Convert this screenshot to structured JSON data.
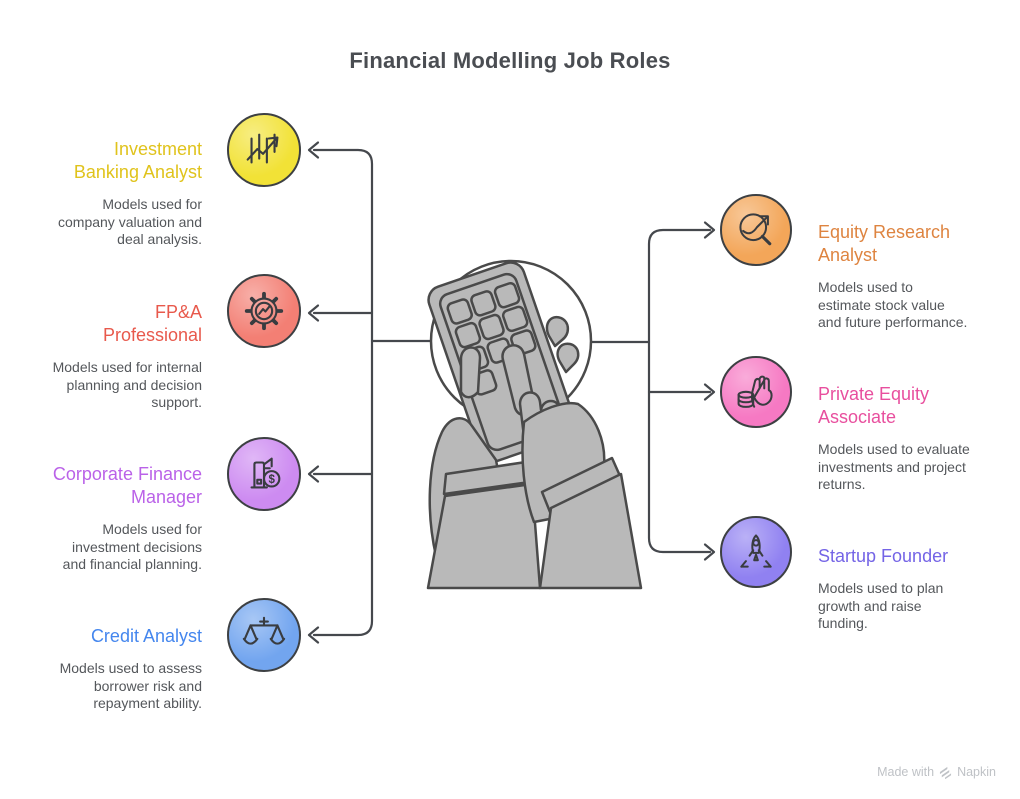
{
  "page_title": "Financial Modelling Job Roles",
  "title_color": "#4A4D52",
  "connector_color": "#45484D",
  "description_color": "#54575B",
  "center": {
    "illustration": "hands-using-calculator",
    "fill": "#B9B9B9",
    "outline": "#4A4A4A"
  },
  "roles": [
    {
      "id": "investment-banking-analyst",
      "side": "left",
      "title_lines": [
        "Investment",
        "Banking Analyst"
      ],
      "desc_lines": [
        "Models used for",
        "company valuation and",
        "deal analysis."
      ],
      "title_color": "#E0C31C",
      "icon_fill": "#F2E236",
      "icon": "candlestick-chart"
    },
    {
      "id": "fpa-professional",
      "side": "left",
      "title_lines": [
        "FP&A",
        "Professional"
      ],
      "desc_lines": [
        "Models used for internal",
        "planning and decision",
        "support."
      ],
      "title_color": "#E8594C",
      "icon_fill": "#F37F74",
      "icon": "gear-analytics"
    },
    {
      "id": "corporate-finance-manager",
      "side": "left",
      "title_lines": [
        "Corporate Finance",
        "Manager"
      ],
      "desc_lines": [
        "Models used for",
        "investment decisions",
        "and financial planning."
      ],
      "title_color": "#BA62E8",
      "icon_fill": "#CD8BF1",
      "icon": "building-dollar"
    },
    {
      "id": "credit-analyst",
      "side": "left",
      "title_lines": [
        "Credit Analyst"
      ],
      "desc_lines": [
        "Models used to assess",
        "borrower risk and",
        "repayment ability."
      ],
      "title_color": "#4486EE",
      "icon_fill": "#72A5EF",
      "icon": "balance-scale"
    },
    {
      "id": "equity-research-analyst",
      "side": "right",
      "title_lines": [
        "Equity Research",
        "Analyst"
      ],
      "desc_lines": [
        "Models used to",
        "estimate stock value",
        "and future performance."
      ],
      "title_color": "#DE8440",
      "icon_fill": "#F3A659",
      "icon": "magnifier-trend"
    },
    {
      "id": "private-equity-associate",
      "side": "right",
      "title_lines": [
        "Private Equity",
        "Associate"
      ],
      "desc_lines": [
        "Models used to evaluate",
        "investments and project",
        "returns."
      ],
      "title_color": "#E84F9E",
      "icon_fill": "#F679C3",
      "icon": "hand-coins"
    },
    {
      "id": "startup-founder",
      "side": "right",
      "title_lines": [
        "Startup Founder"
      ],
      "desc_lines": [
        "Models used to plan",
        "growth and raise",
        "funding."
      ],
      "title_color": "#7464E6",
      "icon_fill": "#9081F1",
      "icon": "rocket-launch"
    }
  ],
  "footer": {
    "made_with": "Made with",
    "brand": "Napkin"
  }
}
